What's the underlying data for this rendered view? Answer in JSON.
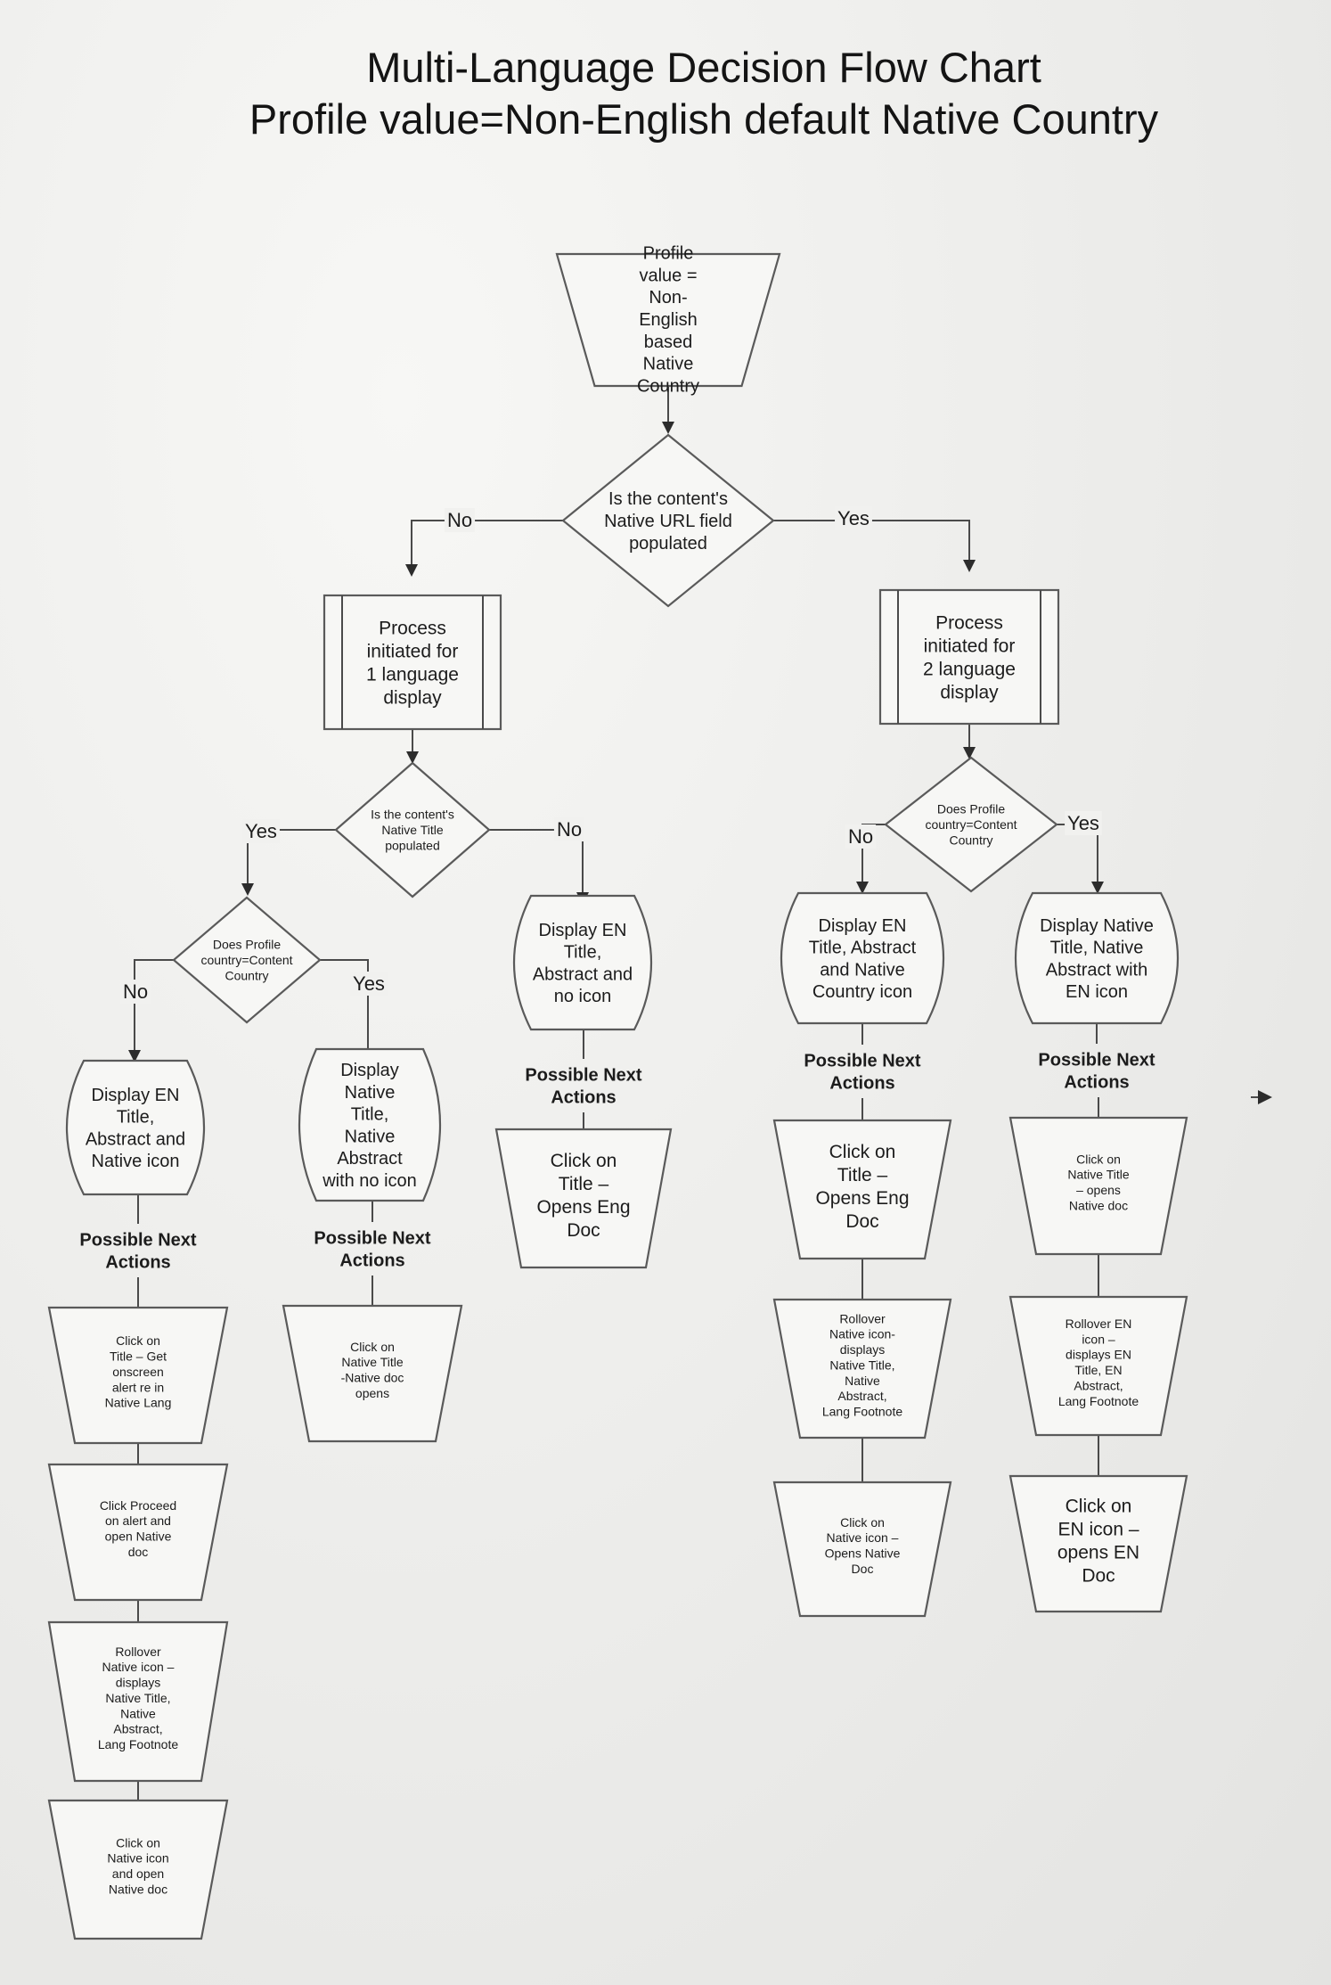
{
  "title": {
    "line1": "Multi-Language Decision Flow Chart",
    "line2": "Profile value=Non-English default Native Country"
  },
  "nodes": {
    "start": "Profile value = Non- English based Native Country",
    "q_native_url": "Is the content's Native URL field populated",
    "proc_1lang": "Process initiated for 1 language display",
    "proc_2lang": "Process initiated for 2 language display",
    "q_native_title": "Is the content's Native Title populated",
    "q_country_left": "Does Profile country=Content Country",
    "q_country_right": "Does Profile country=Content Country",
    "disp_en_native_icon": "Display EN Title, Abstract and Native icon",
    "disp_native_no_icon": "Display Native Title, Native Abstract with no icon",
    "disp_en_no_icon": "Display EN Title, Abstract and no icon",
    "disp_en_country_icon": "Display EN Title, Abstract and Native Country icon",
    "disp_native_en_icon": "Display Native Title, Native Abstract with EN icon"
  },
  "next_actions_label": "Possible Next Actions",
  "edge_labels": {
    "no": "No",
    "yes": "Yes"
  },
  "actions": {
    "c1": [
      "Click on Title – Get onscreen alert re in Native Lang",
      "Click Proceed on alert and open Native doc",
      "Rollover Native icon – displays Native Title, Native Abstract, Lang Footnote",
      "Click on Native icon and open Native doc"
    ],
    "c2": [
      "Click on Native Title -Native doc opens"
    ],
    "c3": [
      "Click on Title – Opens Eng Doc"
    ],
    "c4": [
      "Click on Title – Opens Eng Doc",
      "Rollover Native icon- displays Native Title, Native Abstract, Lang Footnote",
      "Click on Native icon – Opens Native Doc"
    ],
    "c5": [
      "Click on Native Title – opens Native doc",
      "Rollover EN icon – displays EN Title, EN Abstract, Lang Footnote",
      "Click on EN icon – opens EN Doc"
    ]
  }
}
